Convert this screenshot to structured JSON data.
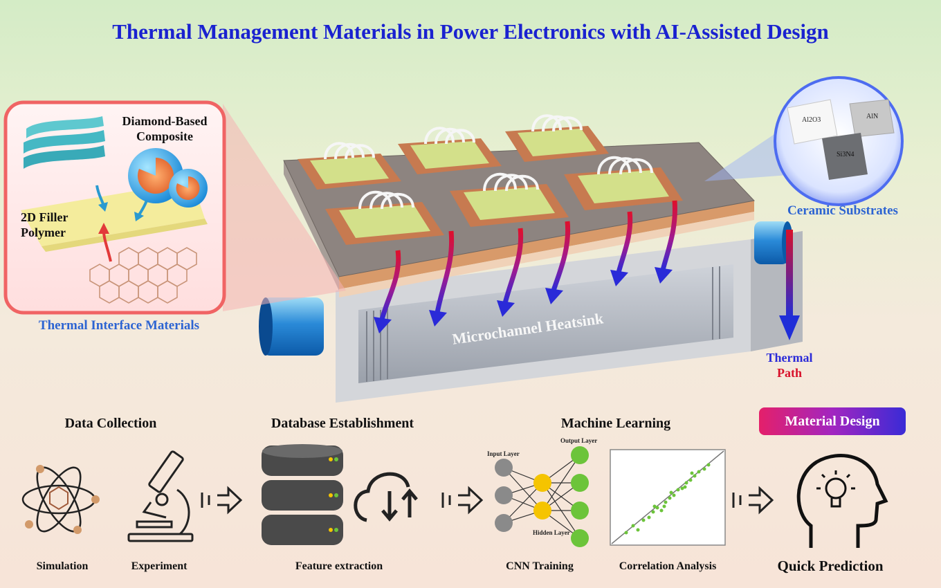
{
  "title": "Thermal Management Materials in Power Electronics with AI-Assisted Design",
  "tim_panel": {
    "composite_label": "Diamond-Based\nComposite",
    "composite_line1": "Diamond-Based",
    "composite_line2": "Composite",
    "filler_line1": "2D Filler",
    "filler_line2": "Polymer",
    "caption": "Thermal Interface Materials"
  },
  "ceramic_panel": {
    "materials": [
      "Al2O3",
      "AlN",
      "Si3N4"
    ],
    "caption": "Ceramic Substrates"
  },
  "heatsink_label": "Microchannel Heatsink",
  "thermal_path": {
    "line1": "Thermal",
    "line2": "Path"
  },
  "workflow": {
    "data_collection": {
      "heading": "Data Collection",
      "items": [
        "Simulation",
        "Experiment"
      ]
    },
    "database": {
      "heading": "Database Establishment",
      "items": [
        "Feature extraction"
      ]
    },
    "machine_learning": {
      "heading": "Machine Learning",
      "items": [
        "CNN Training",
        "Correlation Analysis"
      ],
      "nn_labels": {
        "input": "Input Layer",
        "output": "Output Layer",
        "hidden": "Hidden Layer"
      }
    },
    "material_design": {
      "heading": "Material Design",
      "items": [
        "Quick Prediction"
      ]
    }
  },
  "colors": {
    "title": "#1a22d0",
    "caption_blue": "#2d64d2",
    "tim_border": "#f05050",
    "ceramic_glow": "#3a5cf0",
    "arrow_hot": "#d8102a",
    "arrow_cold": "#2a2ad8",
    "nn_gray": "#8a8a8a",
    "nn_yellow": "#f5c400",
    "nn_green": "#6cc43a"
  }
}
